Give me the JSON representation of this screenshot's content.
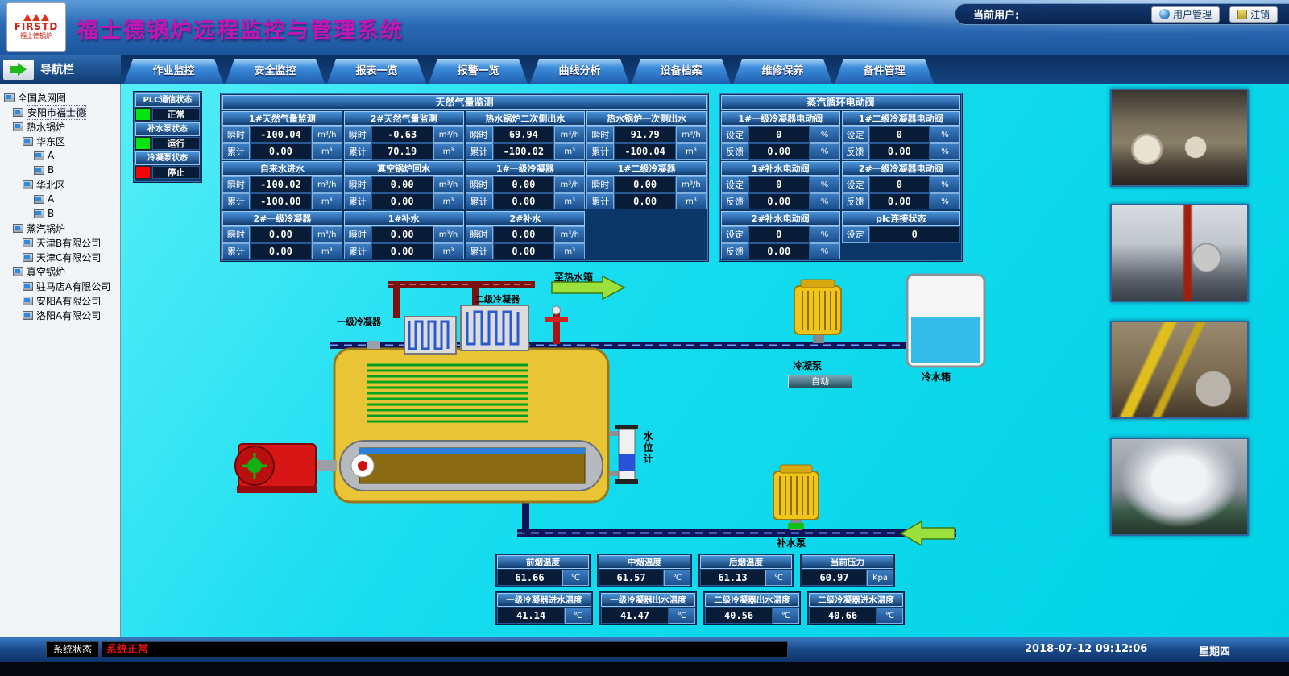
{
  "header": {
    "logo_text": "FIRSTD",
    "logo_sub": "福士德锅炉",
    "title": "福士德锅炉远程监控与管理系统",
    "user_label": "当前用户:",
    "buttons": {
      "user_mgmt": "用户管理",
      "logout": "注销"
    }
  },
  "tabs": [
    {
      "label": "作业监控"
    },
    {
      "label": "安全监控"
    },
    {
      "label": "报表一览"
    },
    {
      "label": "报警一览"
    },
    {
      "label": "曲线分析"
    },
    {
      "label": "设备档案"
    },
    {
      "label": "维修保养"
    },
    {
      "label": "备件管理"
    }
  ],
  "sidebar": {
    "title": "导航栏",
    "items": [
      {
        "label": "全国总网图"
      },
      {
        "label": "安阳市福士德"
      },
      {
        "label": "热水锅炉"
      },
      {
        "label": "华东区"
      },
      {
        "label": "A"
      },
      {
        "label": "B"
      },
      {
        "label": "华北区"
      },
      {
        "label": "A"
      },
      {
        "label": "B"
      },
      {
        "label": "蒸汽锅炉"
      },
      {
        "label": "天津B有限公司"
      },
      {
        "label": "天津C有限公司"
      },
      {
        "label": "真空锅炉"
      },
      {
        "label": "驻马店A有限公司"
      },
      {
        "label": "安阳A有限公司"
      },
      {
        "label": "洛阳A有限公司"
      }
    ]
  },
  "plc_panel": {
    "comm_label": "PLC通信状态",
    "comm_status": "正常",
    "pump1_label": "补水泵状态",
    "pump1_status": "运行",
    "pump2_label": "冷凝泵状态",
    "pump2_status": "停止"
  },
  "gas_panel": {
    "title": "天然气量监测",
    "inst": "瞬时",
    "total": "累计",
    "flow_unit": "m³/h",
    "vol_unit": "m³",
    "meters": [
      {
        "name": "1#天然气量监测",
        "inst": "-100.04",
        "total": "0.00"
      },
      {
        "name": "2#天然气量监测",
        "inst": "-0.63",
        "total": "70.19"
      },
      {
        "name": "热水锅炉二次侧出水",
        "inst": "69.94",
        "total": "-100.02"
      },
      {
        "name": "热水锅炉一次侧出水",
        "inst": "91.79",
        "total": "-100.04"
      },
      {
        "name": "自来水进水",
        "inst": "-100.02",
        "total": "-100.00"
      },
      {
        "name": "真空锅炉回水",
        "inst": "0.00",
        "total": "0.00"
      },
      {
        "name": "1#一级冷凝器",
        "inst": "0.00",
        "total": "0.00"
      },
      {
        "name": "1#二级冷凝器",
        "inst": "0.00",
        "total": "0.00"
      },
      {
        "name": "2#一级冷凝器",
        "inst": "0.00",
        "total": "0.00"
      },
      {
        "name": "1#补水",
        "inst": "0.00",
        "total": "0.00"
      },
      {
        "name": "2#补水",
        "inst": "0.00",
        "total": "0.00"
      }
    ]
  },
  "valve_panel": {
    "title": "蒸汽循环电动阀",
    "set": "设定",
    "fb": "反馈",
    "unit": "%",
    "valves": [
      {
        "name": "1#一级冷凝器电动阀",
        "set": "0",
        "fb": "0.00"
      },
      {
        "name": "1#二级冷凝器电动阀",
        "set": "0",
        "fb": "0.00"
      },
      {
        "name": "1#补水电动阀",
        "set": "0",
        "fb": "0.00"
      },
      {
        "name": "2#一级冷凝器电动阀",
        "set": "0",
        "fb": "0.00"
      },
      {
        "name": "2#补水电动阀",
        "set": "0",
        "fb": "0.00"
      }
    ],
    "plc_block": {
      "name": "plc连接状态",
      "set": "设定",
      "value": "0"
    }
  },
  "diagram": {
    "to_hot_water_tank": "至热水箱",
    "condenser2": "二级冷凝器",
    "condenser1": "一级冷凝器",
    "condensate_pump": "冷凝泵",
    "auto_btn": "自动",
    "cold_water_tank": "冷水箱",
    "water_level_gauge": "水位计",
    "feed_pump": "补水泵"
  },
  "temps": {
    "blocks_row1": [
      {
        "name": "前烟温度",
        "value": "61.66",
        "unit": "℃"
      },
      {
        "name": "中烟温度",
        "value": "61.57",
        "unit": "℃"
      },
      {
        "name": "后烟温度",
        "value": "61.13",
        "unit": "℃"
      },
      {
        "name": "当前压力",
        "value": "60.97",
        "unit": "Kpa"
      }
    ],
    "blocks_row2": [
      {
        "name": "一级冷凝器进水温度",
        "value": "41.14",
        "unit": "℃"
      },
      {
        "name": "一级冷凝器出水温度",
        "value": "41.47",
        "unit": "℃"
      },
      {
        "name": "二级冷凝器出水温度",
        "value": "40.56",
        "unit": "℃"
      },
      {
        "name": "二级冷凝器进水温度",
        "value": "40.66",
        "unit": "℃"
      }
    ]
  },
  "statusbar": {
    "label": "系统状态",
    "status": "系统正常",
    "datetime": "2018-07-12 09:12:06",
    "weekday": "星期四"
  },
  "colors": {
    "accent_cyan": "#17dcef",
    "panel_blue": "#0b3668",
    "value_bg": "#081c38",
    "status_green": "#04e410",
    "status_red": "#f00606",
    "title_magenta": "#c414b4"
  }
}
